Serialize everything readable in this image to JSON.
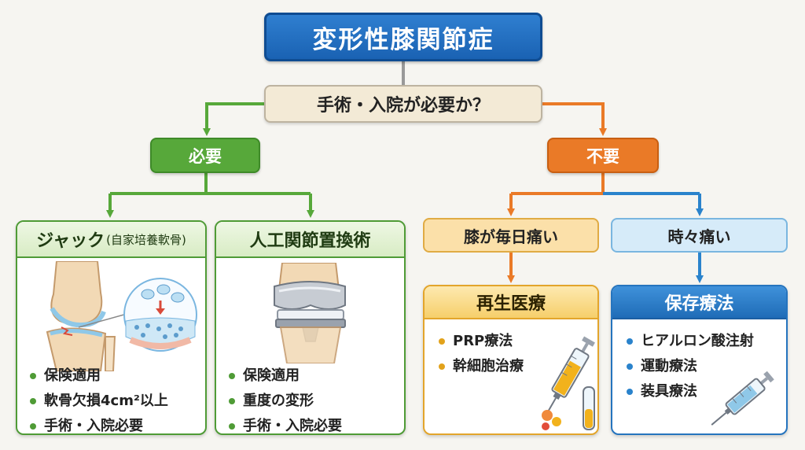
{
  "title": "変形性膝関節症",
  "question": "手術・入院が必要か？",
  "branches": {
    "need": "必要",
    "no_need": "不要"
  },
  "surgery": {
    "jack": {
      "title": "ジャック",
      "subtitle": "(自家培養軟骨)",
      "bullets": [
        "保険適用",
        "軟骨欠損4cm²以上",
        "手術・入院必要"
      ]
    },
    "tkr": {
      "title": "人工関節置換術",
      "bullets": [
        "保険適用",
        "重度の変形",
        "手術・入院必要"
      ]
    }
  },
  "non_surgical": {
    "daily_pain": "膝が毎日痛い",
    "occasional_pain": "時々痛い",
    "regenerative": {
      "title": "再生医療",
      "bullets": [
        "PRP療法",
        "幹細胞治療"
      ]
    },
    "conservative": {
      "title": "保存療法",
      "bullets": [
        "ヒアルロン酸注射",
        "運動療法",
        "装具療法"
      ]
    }
  },
  "colors": {
    "title_blue": "#1a62b3",
    "need_green": "#57a83a",
    "no_need_orange": "#ea7a27",
    "regen_yellow": "#f6cf6b",
    "conservative_blue": "#1f6cb7"
  }
}
